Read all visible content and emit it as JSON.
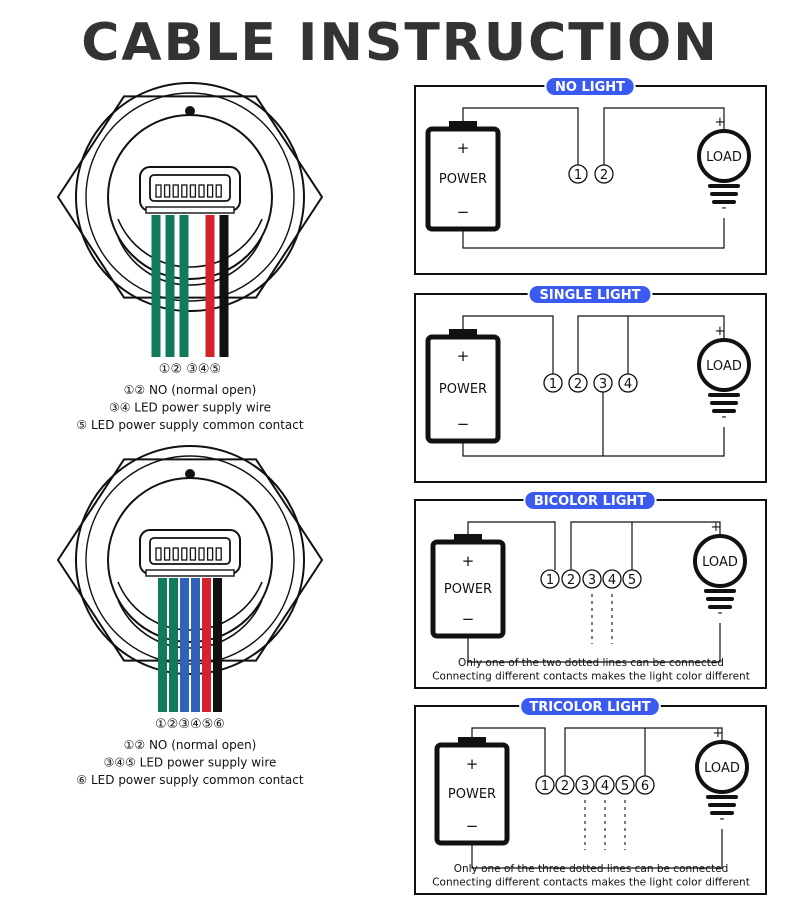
{
  "title": "CABLE INSTRUCTION",
  "colors": {
    "ink": "#111111",
    "label_bg": "#3b5bf0",
    "green": "#127a5c",
    "blue": "#2f62b8",
    "red": "#d7222b",
    "black": "#111111",
    "title": "#333333"
  },
  "left": {
    "switch_a": {
      "pin_label": "①② ③④⑤",
      "wires": [
        "green",
        "green",
        "green",
        "red",
        "black"
      ],
      "legend": [
        "①② NO (normal open)",
        "③④ LED power supply wire",
        "⑤ LED power supply common contact"
      ]
    },
    "switch_b": {
      "pin_label": "①②③④⑤⑥",
      "wires": [
        "green",
        "green",
        "blue",
        "blue",
        "red",
        "black"
      ],
      "legend": [
        "①② NO (normal open)",
        "③④⑤ LED power supply wire",
        "⑥ LED power supply common contact"
      ]
    }
  },
  "diagrams": [
    {
      "label": "NO LIGHT",
      "power": "POWER",
      "load": "LOAD",
      "plus": "+",
      "minus": "−",
      "terminals": [
        "1",
        "2"
      ],
      "notes": []
    },
    {
      "label": "SINGLE LIGHT",
      "power": "POWER",
      "load": "LOAD",
      "plus": "+",
      "minus": "−",
      "terminals": [
        "1",
        "2",
        "3",
        "4"
      ],
      "notes": []
    },
    {
      "label": "BICOLOR LIGHT",
      "power": "POWER",
      "load": "LOAD",
      "plus": "+",
      "minus": "−",
      "terminals": [
        "1",
        "2",
        "3",
        "4",
        "5"
      ],
      "notes": [
        "Only one of the two dotted lines can be connected",
        "Connecting different contacts makes the light color different"
      ]
    },
    {
      "label": "TRICOLOR LIGHT",
      "power": "POWER",
      "load": "LOAD",
      "plus": "+",
      "minus": "−",
      "terminals": [
        "1",
        "2",
        "3",
        "4",
        "5",
        "6"
      ],
      "notes": [
        "Only one of the three dotted lines can be connected",
        "Connecting different contacts makes the light color different"
      ]
    }
  ]
}
